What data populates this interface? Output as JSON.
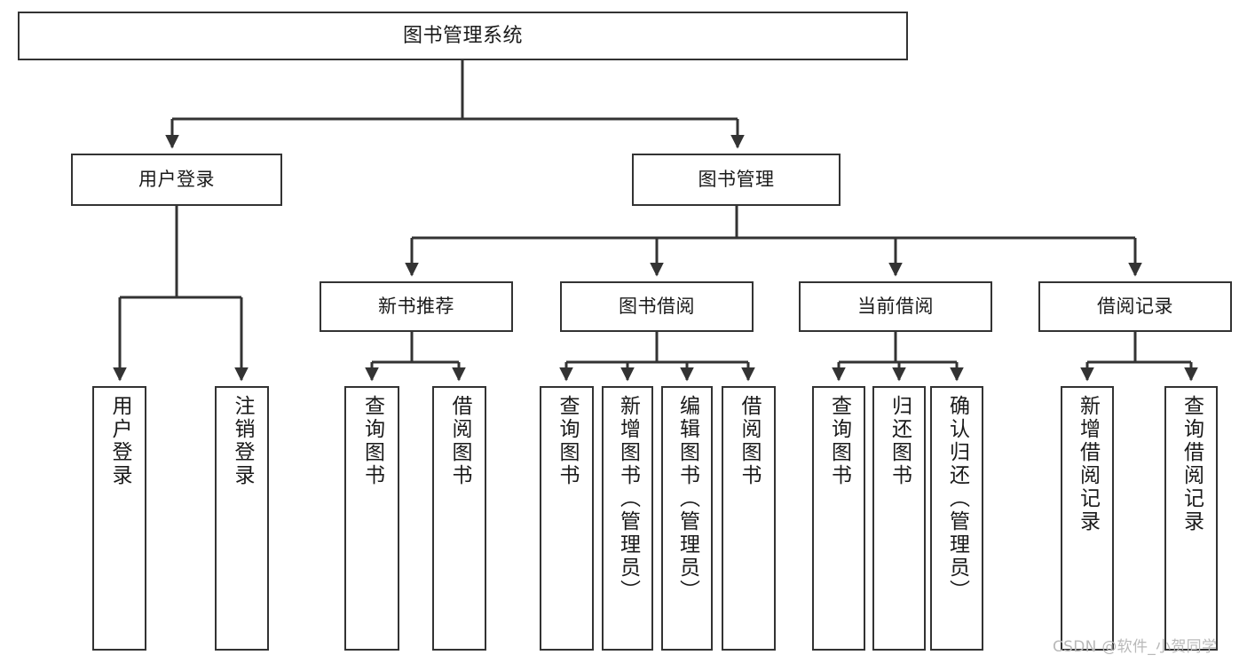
{
  "diagram": {
    "type": "tree",
    "title": "图书管理系统",
    "watermark": "CSDN @软件_小贺同学",
    "colors": {
      "box_border": "#333333",
      "box_fill": "#ffffff",
      "connector": "#333333",
      "text": "#1a1a1a",
      "watermark": "#b9b9b9"
    },
    "nodes": {
      "root": {
        "label": "图书管理系统"
      },
      "level2": [
        {
          "id": "user-login",
          "label": "用户登录"
        },
        {
          "id": "book-manage",
          "label": "图书管理"
        }
      ],
      "level3": [
        {
          "id": "new-book-recommend",
          "label": "新书推荐"
        },
        {
          "id": "book-borrow",
          "label": "图书借阅"
        },
        {
          "id": "current-borrow",
          "label": "当前借阅"
        },
        {
          "id": "borrow-record",
          "label": "借阅记录"
        }
      ],
      "leaves": {
        "user-login": [
          {
            "id": "leaf-user-login",
            "label": "用户登录"
          },
          {
            "id": "leaf-logout",
            "label": "注销登录"
          }
        ],
        "new-book-recommend": [
          {
            "id": "leaf-query-book-1",
            "label": "查询图书"
          },
          {
            "id": "leaf-borrow-book-1",
            "label": "借阅图书"
          }
        ],
        "book-borrow": [
          {
            "id": "leaf-query-book-2",
            "label": "查询图书"
          },
          {
            "id": "leaf-add-book",
            "label": "新增图书（管理员）"
          },
          {
            "id": "leaf-edit-book",
            "label": "编辑图书（管理员）"
          },
          {
            "id": "leaf-borrow-book-2",
            "label": "借阅图书"
          }
        ],
        "current-borrow": [
          {
            "id": "leaf-query-book-3",
            "label": "查询图书"
          },
          {
            "id": "leaf-return-book",
            "label": "归还图书"
          },
          {
            "id": "leaf-confirm-return",
            "label": "确认归还（管理员）"
          }
        ],
        "borrow-record": [
          {
            "id": "leaf-add-record",
            "label": "新增借阅记录"
          },
          {
            "id": "leaf-query-record",
            "label": "查询借阅记录"
          }
        ]
      }
    }
  }
}
